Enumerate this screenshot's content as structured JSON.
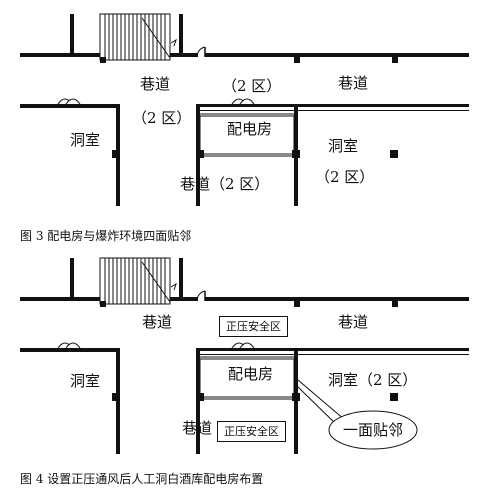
{
  "figure3": {
    "caption": "图 3  配电房与爆炸环境四面贴邻",
    "labels": {
      "alley_left": "巷道",
      "zone_left": "（2 区）",
      "zone_top": "（2 区）",
      "alley_right": "巷道",
      "cave_left": "洞室",
      "power_room": "配电房",
      "cave_right": "洞室",
      "zone_right": "（2 区）",
      "alley_bottom": "巷道（2 区）"
    }
  },
  "figure4": {
    "caption": "图 4  设置正压通风后人工洞白酒库配电房布置",
    "labels": {
      "alley_left": "巷道",
      "pressure_zone_top": "正压安全区",
      "alley_right": "巷道",
      "cave_left": "洞室",
      "power_room": "配电房",
      "cave_right": "洞室（2 区）",
      "alley_bottom": "巷道",
      "pressure_zone_bottom": "正压安全区",
      "callout": "一面贴邻"
    }
  }
}
